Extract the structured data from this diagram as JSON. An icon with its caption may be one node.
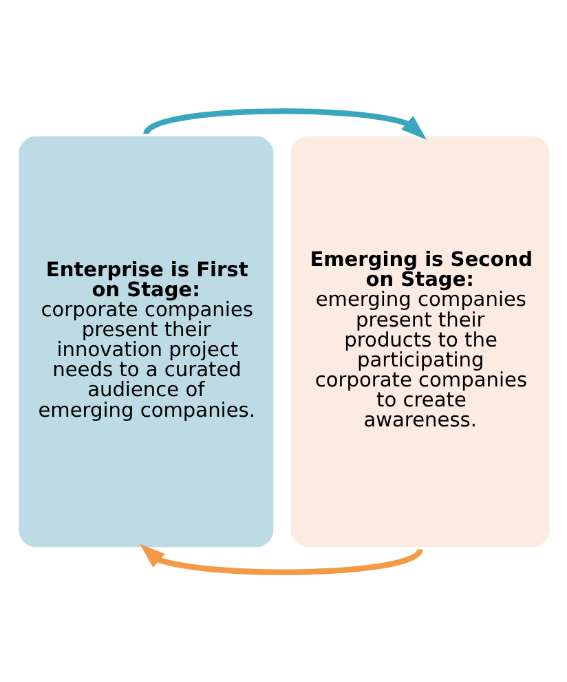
{
  "diagram": {
    "nodes": [
      {
        "text": [
          "Enterprise is First on Stage:",
          "corporate companies present their innovation project needs to a curated audience of emerging companies."
        ]
      },
      {
        "text": [
          "Emerging is Second on Stage:",
          "emerging companies present their products to the participating corporate companies to create awareness."
        ]
      }
    ],
    "edges": [
      {
        "from": 0,
        "to": 1,
        "arrow": "to",
        "color": "#3aa6be"
      },
      {
        "from": 1,
        "to": 0,
        "arrow": "to",
        "color": "#f29a45"
      }
    ]
  }
}
